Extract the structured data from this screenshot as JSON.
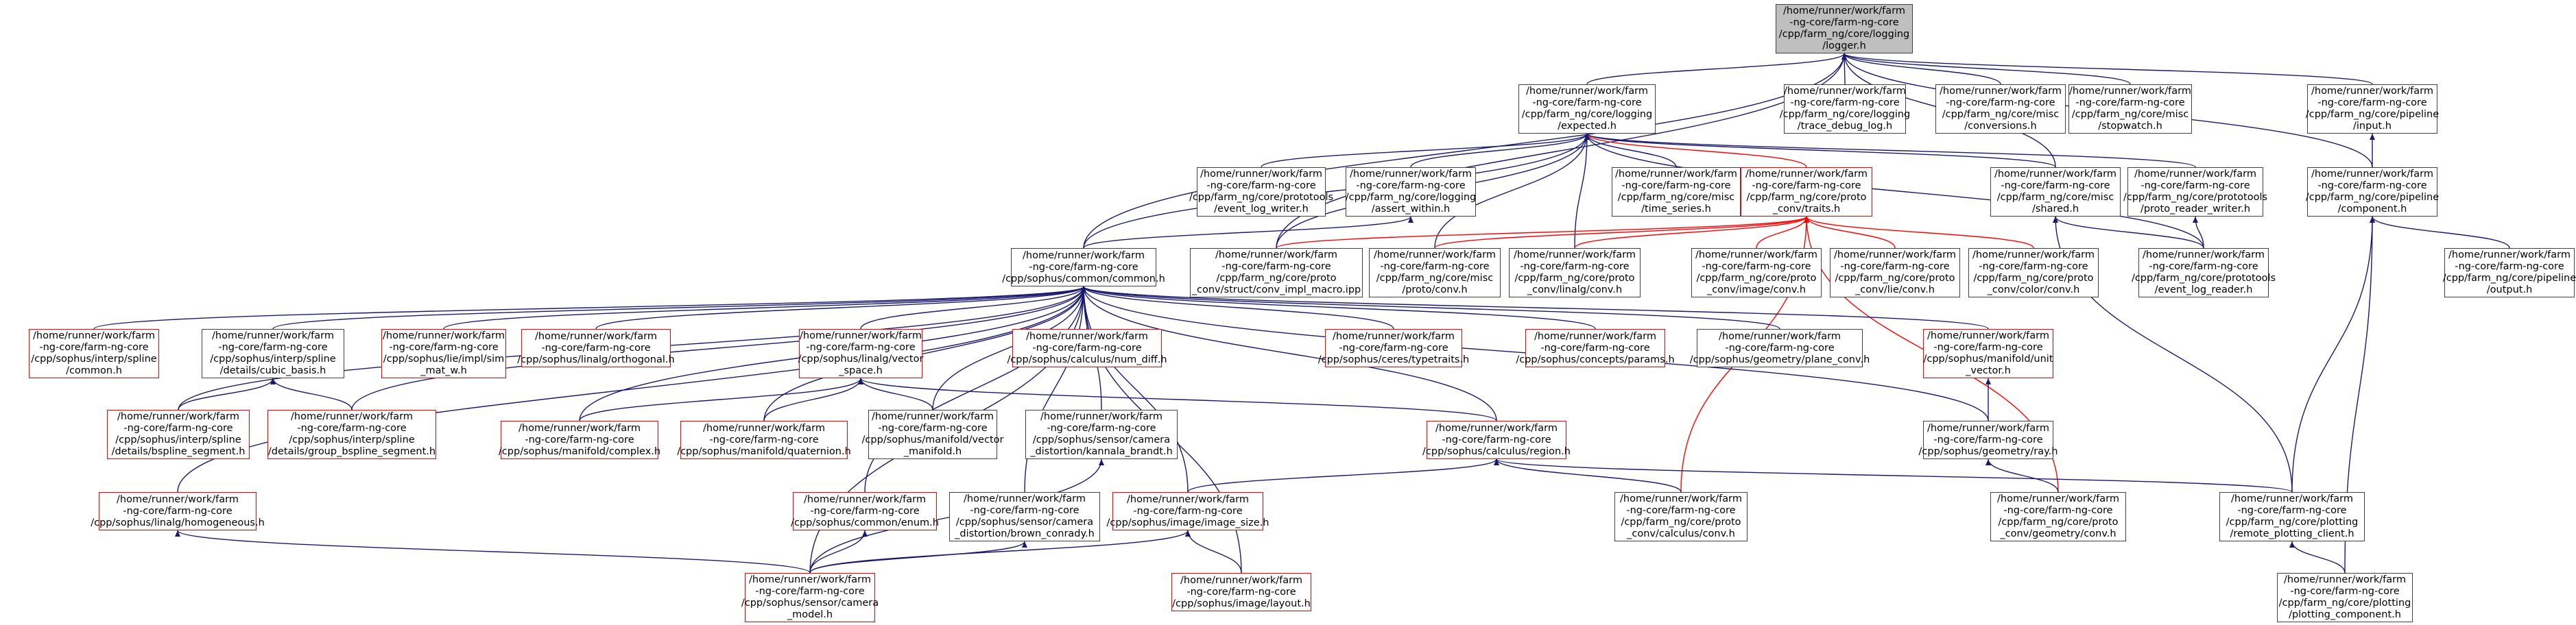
{
  "nodes": {
    "logger": {
      "label": "/home/runner/work/farm\n-ng-core/farm-ng-core\n/cpp/farm_ng/core/logging\n/logger.h"
    },
    "expected": {
      "label": "/home/runner/work/farm\n-ng-core/farm-ng-core\n/cpp/farm_ng/core/logging\n/expected.h"
    },
    "trace_debug_log": {
      "label": "/home/runner/work/farm\n-ng-core/farm-ng-core\n/cpp/farm_ng/core/logging\n/trace_debug_log.h"
    },
    "conversions": {
      "label": "/home/runner/work/farm\n-ng-core/farm-ng-core\n/cpp/farm_ng/core/misc\n/conversions.h"
    },
    "stopwatch": {
      "label": "/home/runner/work/farm\n-ng-core/farm-ng-core\n/cpp/farm_ng/core/misc\n/stopwatch.h"
    },
    "input": {
      "label": "/home/runner/work/farm\n-ng-core/farm-ng-core\n/cpp/farm_ng/core/pipeline\n/input.h"
    },
    "event_log_writer": {
      "label": "/home/runner/work/farm\n-ng-core/farm-ng-core\n/cpp/farm_ng/core/prototools\n/event_log_writer.h"
    },
    "assert_within": {
      "label": "/home/runner/work/farm\n-ng-core/farm-ng-core\n/cpp/farm_ng/core/logging\n/assert_within.h"
    },
    "time_series": {
      "label": "/home/runner/work/farm\n-ng-core/farm-ng-core\n/cpp/farm_ng/core/misc\n/time_series.h"
    },
    "proto_conv_traits": {
      "label": "/home/runner/work/farm\n-ng-core/farm-ng-core\n/cpp/farm_ng/core/proto\n_conv/traits.h"
    },
    "shared": {
      "label": "/home/runner/work/farm\n-ng-core/farm-ng-core\n/cpp/farm_ng/core/misc\n/shared.h"
    },
    "proto_reader_writer": {
      "label": "/home/runner/work/farm\n-ng-core/farm-ng-core\n/cpp/farm_ng/core/prototools\n/proto_reader_writer.h"
    },
    "component": {
      "label": "/home/runner/work/farm\n-ng-core/farm-ng-core\n/cpp/farm_ng/core/pipeline\n/component.h"
    },
    "common": {
      "label": "/home/runner/work/farm\n-ng-core/farm-ng-core\n/cpp/sophus/common/common.h"
    },
    "conv_impl_macro": {
      "label": "/home/runner/work/farm\n-ng-core/farm-ng-core\n/cpp/farm_ng/core/proto\n_conv/struct/conv_impl_macro.ipp"
    },
    "misc_proto_conv": {
      "label": "/home/runner/work/farm\n-ng-core/farm-ng-core\n/cpp/farm_ng/core/misc\n/proto/conv.h"
    },
    "linalg_conv": {
      "label": "/home/runner/work/farm\n-ng-core/farm-ng-core\n/cpp/farm_ng/core/proto\n_conv/linalg/conv.h"
    },
    "image_conv": {
      "label": "/home/runner/work/farm\n-ng-core/farm-ng-core\n/cpp/farm_ng/core/proto\n_conv/image/conv.h"
    },
    "lie_conv": {
      "label": "/home/runner/work/farm\n-ng-core/farm-ng-core\n/cpp/farm_ng/core/proto\n_conv/lie/conv.h"
    },
    "color_conv": {
      "label": "/home/runner/work/farm\n-ng-core/farm-ng-core\n/cpp/farm_ng/core/proto\n_conv/color/conv.h"
    },
    "event_log_reader": {
      "label": "/home/runner/work/farm\n-ng-core/farm-ng-core\n/cpp/farm_ng/core/prototools\n/event_log_reader.h"
    },
    "pipeline_output": {
      "label": "/home/runner/work/farm\n-ng-core/farm-ng-core\n/cpp/farm_ng/core/pipeline\n/output.h"
    },
    "interp_common": {
      "label": "/home/runner/work/farm\n-ng-core/farm-ng-core\n/cpp/sophus/interp/spline\n/common.h"
    },
    "cubic_basis": {
      "label": "/home/runner/work/farm\n-ng-core/farm-ng-core\n/cpp/sophus/interp/spline\n/details/cubic_basis.h"
    },
    "sim_mat_w": {
      "label": "/home/runner/work/farm\n-ng-core/farm-ng-core\n/cpp/sophus/lie/impl/sim\n_mat_w.h"
    },
    "orthogonal": {
      "label": "/home/runner/work/farm\n-ng-core/farm-ng-core\n/cpp/sophus/linalg/orthogonal.h"
    },
    "vector_space": {
      "label": "/home/runner/work/farm\n-ng-core/farm-ng-core\n/cpp/sophus/linalg/vector\n_space.h"
    },
    "num_diff": {
      "label": "/home/runner/work/farm\n-ng-core/farm-ng-core\n/cpp/sophus/calculus/num_diff.h"
    },
    "typetraits": {
      "label": "/home/runner/work/farm\n-ng-core/farm-ng-core\n/cpp/sophus/ceres/typetraits.h"
    },
    "params": {
      "label": "/home/runner/work/farm\n-ng-core/farm-ng-core\n/cpp/sophus/concepts/params.h"
    },
    "plane_conv": {
      "label": "/home/runner/work/farm\n-ng-core/farm-ng-core\n/cpp/sophus/geometry/plane_conv.h"
    },
    "unit_vector": {
      "label": "/home/runner/work/farm\n-ng-core/farm-ng-core\n/cpp/sophus/manifold/unit\n_vector.h"
    },
    "bspline_segment": {
      "label": "/home/runner/work/farm\n-ng-core/farm-ng-core\n/cpp/sophus/interp/spline\n/details/bspline_segment.h"
    },
    "group_bspline_segment": {
      "label": "/home/runner/work/farm\n-ng-core/farm-ng-core\n/cpp/sophus/interp/spline\n/details/group_bspline_segment.h"
    },
    "complex": {
      "label": "/home/runner/work/farm\n-ng-core/farm-ng-core\n/cpp/sophus/manifold/complex.h"
    },
    "quaternion": {
      "label": "/home/runner/work/farm\n-ng-core/farm-ng-core\n/cpp/sophus/manifold/quaternion.h"
    },
    "manifold_vector": {
      "label": "/home/runner/work/farm\n-ng-core/farm-ng-core\n/cpp/sophus/manifold/vector\n_manifold.h"
    },
    "kannala_brandt": {
      "label": "/home/runner/work/farm\n-ng-core/farm-ng-core\n/cpp/sophus/sensor/camera\n_distortion/kannala_brandt.h"
    },
    "region": {
      "label": "/home/runner/work/farm\n-ng-core/farm-ng-core\n/cpp/sophus/calculus/region.h"
    },
    "ray": {
      "label": "/home/runner/work/farm\n-ng-core/farm-ng-core\n/cpp/sophus/geometry/ray.h"
    },
    "homogeneous": {
      "label": "/home/runner/work/farm\n-ng-core/farm-ng-core\n/cpp/sophus/linalg/homogeneous.h"
    },
    "enum": {
      "label": "/home/runner/work/farm\n-ng-core/farm-ng-core\n/cpp/sophus/common/enum.h"
    },
    "brown_conrady": {
      "label": "/home/runner/work/farm\n-ng-core/farm-ng-core\n/cpp/sophus/sensor/camera\n_distortion/brown_conrady.h"
    },
    "image_size": {
      "label": "/home/runner/work/farm\n-ng-core/farm-ng-core\n/cpp/sophus/image/image_size.h"
    },
    "calculus_conv": {
      "label": "/home/runner/work/farm\n-ng-core/farm-ng-core\n/cpp/farm_ng/core/proto\n_conv/calculus/conv.h"
    },
    "geometry_conv": {
      "label": "/home/runner/work/farm\n-ng-core/farm-ng-core\n/cpp/farm_ng/core/proto\n_conv/geometry/conv.h"
    },
    "remote_plotting_client": {
      "label": "/home/runner/work/farm\n-ng-core/farm-ng-core\n/cpp/farm_ng/core/plotting\n/remote_plotting_client.h"
    },
    "camera_model": {
      "label": "/home/runner/work/farm\n-ng-core/farm-ng-core\n/cpp/sophus/sensor/camera\n_model.h"
    },
    "layout": {
      "label": "/home/runner/work/farm\n-ng-core/farm-ng-core\n/cpp/sophus/image/layout.h"
    },
    "plotting_component": {
      "label": "/home/runner/work/farm\n-ng-core/farm-ng-core\n/cpp/farm_ng/core/plotting\n/plotting_component.h"
    }
  },
  "colors": {
    "edge": "#191970",
    "edge_red": "#ff0000",
    "box": "#404040",
    "box_red": "#ff0000",
    "root_fill": "#bfbfbf"
  }
}
